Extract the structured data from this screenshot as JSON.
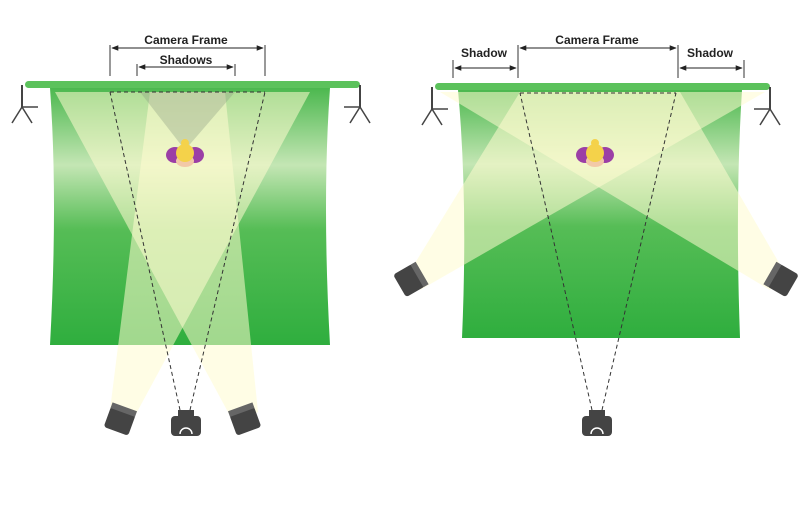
{
  "left_diagram": {
    "camera_frame_label": "Camera Frame",
    "shadows_label": "Shadows"
  },
  "right_diagram": {
    "shadow_left_label": "Shadow",
    "camera_frame_label": "Camera Frame",
    "shadow_right_label": "Shadow"
  },
  "colors": {
    "backdrop": "#3fb54a",
    "backdrop_light": "#b8e2a8",
    "beam": "#fffbd0",
    "rod": "#5cc25c",
    "equipment": "#444444",
    "subject_hair": "#f4d24a",
    "subject_body": "#9b3fa6"
  }
}
